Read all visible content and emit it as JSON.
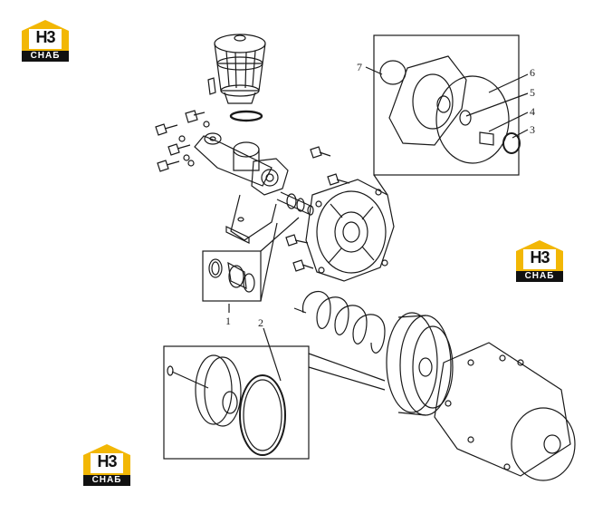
{
  "logos": [
    {
      "letters": "H3",
      "caption": "СНАБ"
    },
    {
      "letters": "H3",
      "caption": "СНАБ"
    },
    {
      "letters": "H3",
      "caption": "СНАБ"
    }
  ],
  "callouts": [
    {
      "label": "1"
    },
    {
      "label": "2"
    },
    {
      "label": "3"
    },
    {
      "label": "4"
    },
    {
      "label": "5"
    },
    {
      "label": "6"
    },
    {
      "label": "7"
    }
  ],
  "colors": {
    "logo_yellow": "#f2b705",
    "logo_black": "#111111",
    "line": "#1a1a1a"
  }
}
